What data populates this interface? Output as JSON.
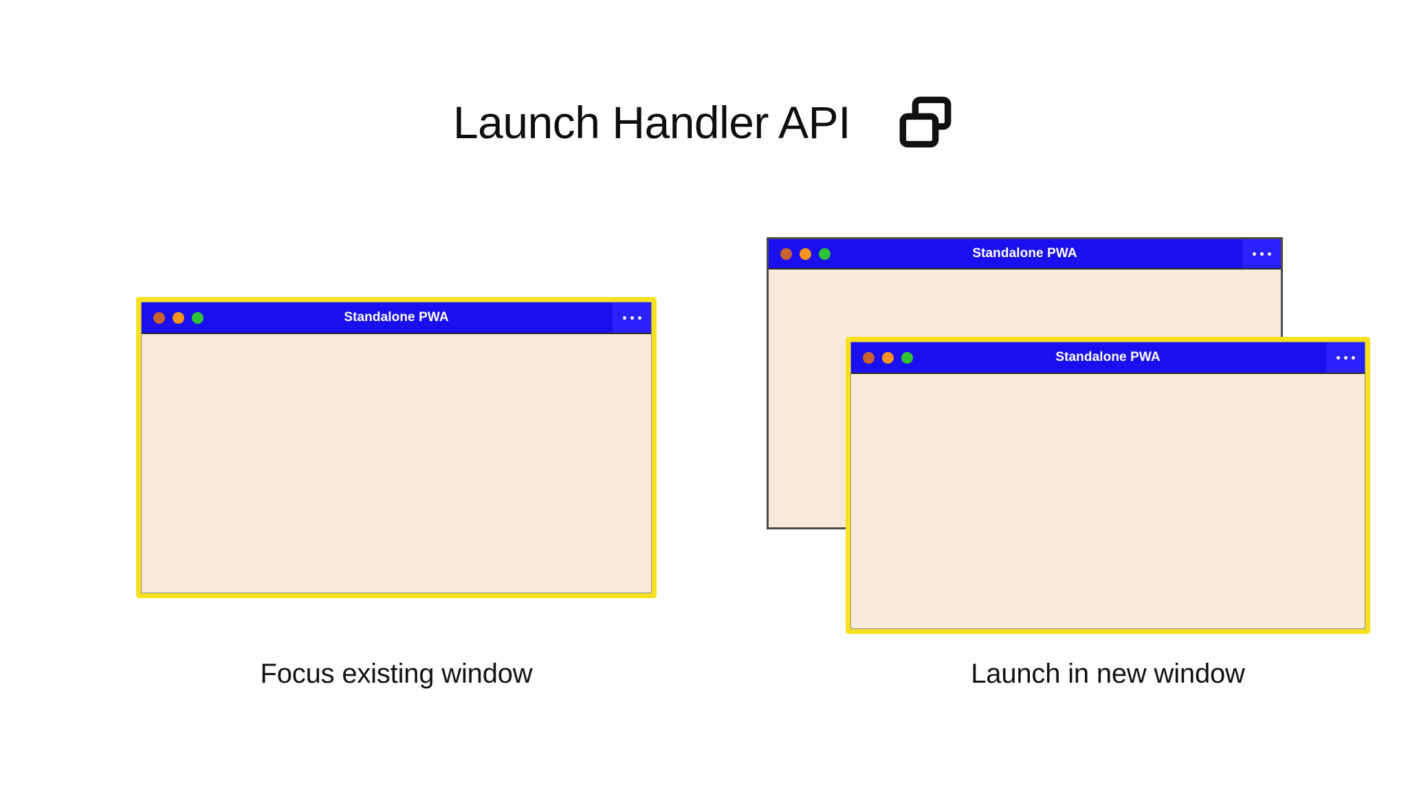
{
  "header": {
    "title": "Launch Handler API",
    "icon": "multiple-windows-icon"
  },
  "colors": {
    "background": "#ffffff",
    "titlebar_blue": "#1a0fef",
    "menu_panel_blue": "#2a21fb",
    "window_body_cream": "#f7eadb",
    "focus_highlight_yellow": "#f7e01e",
    "window_border_gray": "#4a4a4a",
    "text_black": "#0d0d0d",
    "traffic_close": "#c9622f",
    "traffic_minimize": "#f8941e",
    "traffic_maximize": "#2ec436"
  },
  "scenarios": [
    {
      "id": "focus-existing-window",
      "caption": "Focus existing window",
      "windows": [
        {
          "id": "window-left",
          "title": "Standalone PWA",
          "focused": true,
          "menu_label": "More options",
          "traffic_lights": [
            "close",
            "minimize",
            "maximize"
          ]
        }
      ]
    },
    {
      "id": "launch-in-new-window",
      "caption": "Launch in new window",
      "windows": [
        {
          "id": "window-right-back",
          "title": "Standalone PWA",
          "focused": false,
          "menu_label": "More options",
          "traffic_lights": [
            "close",
            "minimize",
            "maximize"
          ]
        },
        {
          "id": "window-right-front",
          "title": "Standalone PWA",
          "focused": true,
          "menu_label": "More options",
          "traffic_lights": [
            "close",
            "minimize",
            "maximize"
          ]
        }
      ]
    }
  ]
}
